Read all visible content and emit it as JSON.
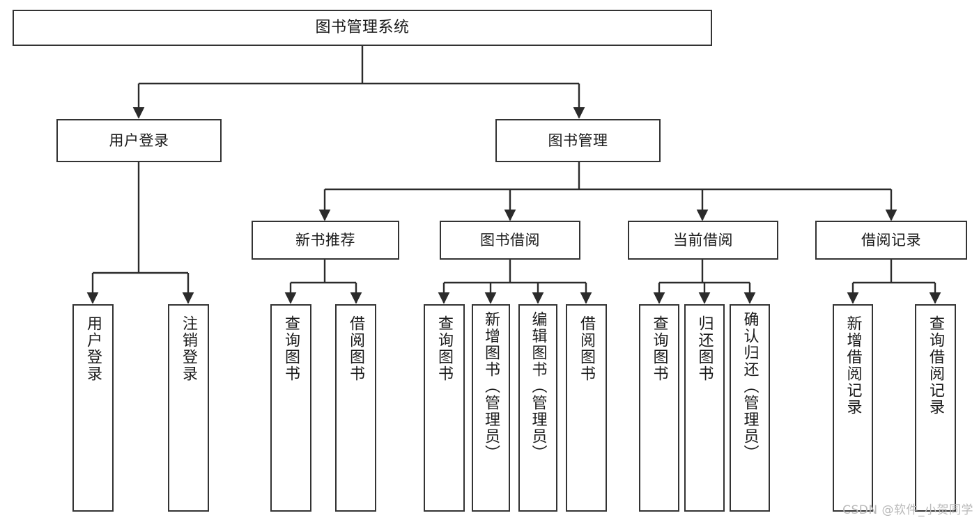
{
  "diagram": {
    "title": "图书管理系统",
    "type": "tree-hierarchy-diagram",
    "watermark": "CSDN @软件_小贺同学",
    "colors": {
      "background": "#ffffff",
      "box_fill": "#ffffff",
      "box_stroke": "#333333",
      "text": "#1b1b1b",
      "watermark": "#b9b9b9"
    },
    "nodes": {
      "root": {
        "label": "图书管理系统",
        "level": 0
      },
      "l1": [
        {
          "id": "user-login",
          "label": "用户登录"
        },
        {
          "id": "book-manage",
          "label": "图书管理"
        }
      ],
      "l2": [
        {
          "id": "new-book-recommend",
          "label": "新书推荐",
          "parent": "book-manage"
        },
        {
          "id": "book-borrow",
          "label": "图书借阅",
          "parent": "book-manage"
        },
        {
          "id": "current-borrow",
          "label": "当前借阅",
          "parent": "book-manage"
        },
        {
          "id": "borrow-record",
          "label": "借阅记录",
          "parent": "book-manage"
        }
      ],
      "leaves": [
        {
          "id": "leaf-user-login",
          "label": "用户登录",
          "parent": "user-login"
        },
        {
          "id": "leaf-logout-login",
          "label": "注销登录",
          "parent": "user-login"
        },
        {
          "id": "leaf-query-book-1",
          "label": "查询图书",
          "parent": "new-book-recommend"
        },
        {
          "id": "leaf-borrow-book-1",
          "label": "借阅图书",
          "parent": "new-book-recommend"
        },
        {
          "id": "leaf-query-book-2",
          "label": "查询图书",
          "parent": "book-borrow"
        },
        {
          "id": "leaf-add-book",
          "label": "新增图书（管理员）",
          "parent": "book-borrow"
        },
        {
          "id": "leaf-edit-book",
          "label": "编辑图书（管理员）",
          "parent": "book-borrow"
        },
        {
          "id": "leaf-borrow-book-2",
          "label": "借阅图书",
          "parent": "book-borrow"
        },
        {
          "id": "leaf-query-book-3",
          "label": "查询图书",
          "parent": "current-borrow"
        },
        {
          "id": "leaf-return-book",
          "label": "归还图书",
          "parent": "current-borrow"
        },
        {
          "id": "leaf-confirm-return",
          "label": "确认归还（管理员）",
          "parent": "current-borrow"
        },
        {
          "id": "leaf-add-record",
          "label": "新增借阅记录",
          "parent": "borrow-record"
        },
        {
          "id": "leaf-query-record",
          "label": "查询借阅记录",
          "parent": "borrow-record"
        }
      ]
    }
  }
}
